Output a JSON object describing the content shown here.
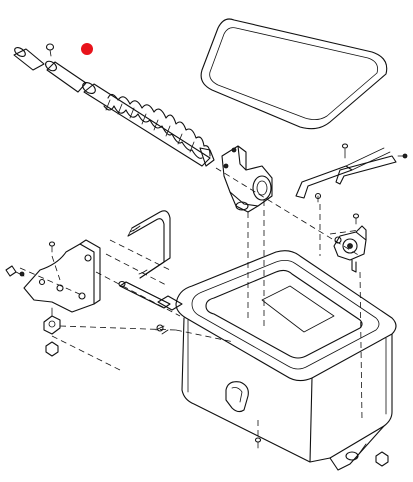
{
  "figure": {
    "highlight_color": "#e8131b",
    "line_color": "#111111",
    "background": "#ffffff"
  },
  "parts": [
    {
      "name": "hopper-lid"
    },
    {
      "name": "auger-shaft"
    },
    {
      "name": "auger-spring"
    },
    {
      "name": "auger-housing-bracket"
    },
    {
      "name": "hopper-support-bracket"
    },
    {
      "name": "u-bolt"
    },
    {
      "name": "side-bracket"
    },
    {
      "name": "hopper-bin"
    },
    {
      "name": "hopper-lid-strap"
    },
    {
      "name": "agitator-coupling"
    }
  ]
}
